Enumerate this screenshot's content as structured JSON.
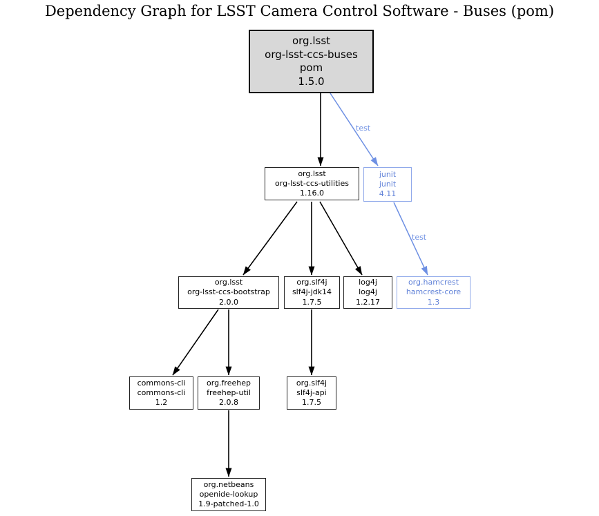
{
  "title": "Dependency Graph for LSST Camera Control Software - Buses (pom)",
  "colors": {
    "root_fill": "#d8d8d8",
    "node_border": "#242424",
    "edge_black": "#000000",
    "test_edge_blue": "#6e90e3",
    "test_border_blue": "#90a9ea",
    "test_text_blue": "#6283d8"
  },
  "graph": {
    "nodes": [
      {
        "name": "org-lsst-ccs-buses",
        "style": "root",
        "lines": [
          "org.lsst",
          "org-lsst-ccs-buses",
          "pom",
          "1.5.0"
        ]
      },
      {
        "name": "org-lsst-ccs-utilities",
        "style": "normal",
        "lines": [
          "org.lsst",
          "org-lsst-ccs-utilities",
          "1.16.0"
        ]
      },
      {
        "name": "junit",
        "style": "test",
        "lines": [
          "junit",
          "junit",
          "4.11"
        ]
      },
      {
        "name": "org-lsst-ccs-bootstrap",
        "style": "normal",
        "lines": [
          "org.lsst",
          "org-lsst-ccs-bootstrap",
          "2.0.0"
        ]
      },
      {
        "name": "slf4j-jdk14",
        "style": "normal",
        "lines": [
          "org.slf4j",
          "slf4j-jdk14",
          "1.7.5"
        ]
      },
      {
        "name": "log4j",
        "style": "normal",
        "lines": [
          "log4j",
          "log4j",
          "1.2.17"
        ]
      },
      {
        "name": "hamcrest-core",
        "style": "test",
        "lines": [
          "org.hamcrest",
          "hamcrest-core",
          "1.3"
        ]
      },
      {
        "name": "commons-cli",
        "style": "normal",
        "lines": [
          "commons-cli",
          "commons-cli",
          "1.2"
        ]
      },
      {
        "name": "freehep-util",
        "style": "normal",
        "lines": [
          "org.freehep",
          "freehep-util",
          "2.0.8"
        ]
      },
      {
        "name": "slf4j-api",
        "style": "normal",
        "lines": [
          "org.slf4j",
          "slf4j-api",
          "1.7.5"
        ]
      },
      {
        "name": "openide-lookup",
        "style": "normal",
        "lines": [
          "org.netbeans",
          "openide-lookup",
          "1.9-patched-1.0"
        ]
      }
    ],
    "edges": [
      {
        "from": "org-lsst-ccs-buses",
        "to": "org-lsst-ccs-utilities",
        "label": ""
      },
      {
        "from": "org-lsst-ccs-buses",
        "to": "junit",
        "label": "test"
      },
      {
        "from": "junit",
        "to": "hamcrest-core",
        "label": "test"
      },
      {
        "from": "org-lsst-ccs-utilities",
        "to": "org-lsst-ccs-bootstrap",
        "label": ""
      },
      {
        "from": "org-lsst-ccs-utilities",
        "to": "slf4j-jdk14",
        "label": ""
      },
      {
        "from": "org-lsst-ccs-utilities",
        "to": "log4j",
        "label": ""
      },
      {
        "from": "org-lsst-ccs-bootstrap",
        "to": "commons-cli",
        "label": ""
      },
      {
        "from": "org-lsst-ccs-bootstrap",
        "to": "freehep-util",
        "label": ""
      },
      {
        "from": "slf4j-jdk14",
        "to": "slf4j-api",
        "label": ""
      },
      {
        "from": "freehep-util",
        "to": "openide-lookup",
        "label": ""
      }
    ]
  }
}
